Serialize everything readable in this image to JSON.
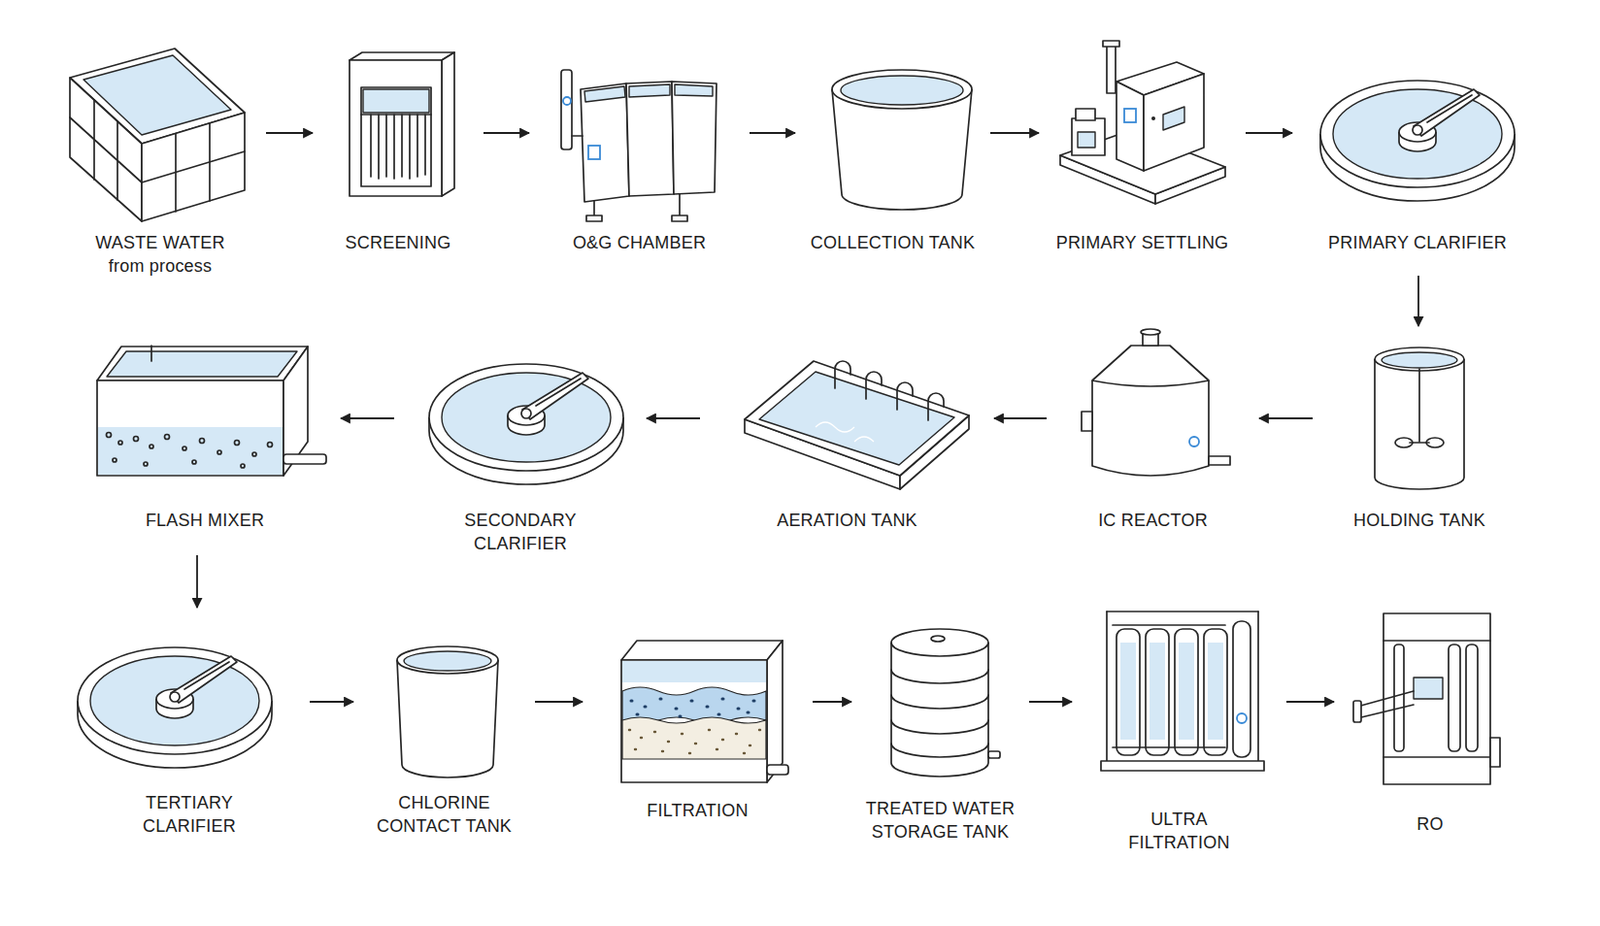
{
  "diagram": {
    "nodes": [
      {
        "text": [
          "WASTE WATER",
          "from process"
        ]
      },
      {
        "text": [
          "SCREENING"
        ]
      },
      {
        "text": [
          "O&G CHAMBER"
        ]
      },
      {
        "text": [
          "COLLECTION TANK"
        ]
      },
      {
        "text": [
          "PRIMARY SETTLING"
        ]
      },
      {
        "text": [
          "PRIMARY CLARIFIER"
        ]
      },
      {
        "text": [
          "HOLDING TANK"
        ]
      },
      {
        "text": [
          "IC REACTOR"
        ]
      },
      {
        "text": [
          "AERATION TANK"
        ]
      },
      {
        "text": [
          "SECONDARY CLARIFIER"
        ]
      },
      {
        "text": [
          "FLASH MIXER"
        ]
      },
      {
        "text": [
          "TERTIARY CLARIFIER"
        ]
      },
      {
        "text": [
          "CHLORINE CONTACT TANK"
        ]
      },
      {
        "text": [
          "FILTRATION"
        ]
      },
      {
        "text": [
          "TREATED WATER STORAGE TANK"
        ]
      },
      {
        "text": [
          "ULTRA FILTRATION"
        ]
      },
      {
        "text": [
          "RO"
        ]
      }
    ],
    "edges": [
      {
        "from": 0,
        "to": 1,
        "arrow": "to"
      },
      {
        "from": 1,
        "to": 2,
        "arrow": "to"
      },
      {
        "from": 2,
        "to": 3,
        "arrow": "to"
      },
      {
        "from": 3,
        "to": 4,
        "arrow": "to"
      },
      {
        "from": 4,
        "to": 5,
        "arrow": "to"
      },
      {
        "from": 5,
        "to": 6,
        "arrow": "to"
      },
      {
        "from": 6,
        "to": 7,
        "arrow": "to"
      },
      {
        "from": 7,
        "to": 8,
        "arrow": "to"
      },
      {
        "from": 8,
        "to": 9,
        "arrow": "to"
      },
      {
        "from": 9,
        "to": 10,
        "arrow": "to"
      },
      {
        "from": 10,
        "to": 11,
        "arrow": "to"
      },
      {
        "from": 11,
        "to": 12,
        "arrow": "to"
      },
      {
        "from": 12,
        "to": 13,
        "arrow": "to"
      },
      {
        "from": 13,
        "to": 14,
        "arrow": "to"
      },
      {
        "from": 14,
        "to": 15,
        "arrow": "to"
      },
      {
        "from": 15,
        "to": 16,
        "arrow": "to"
      }
    ]
  }
}
